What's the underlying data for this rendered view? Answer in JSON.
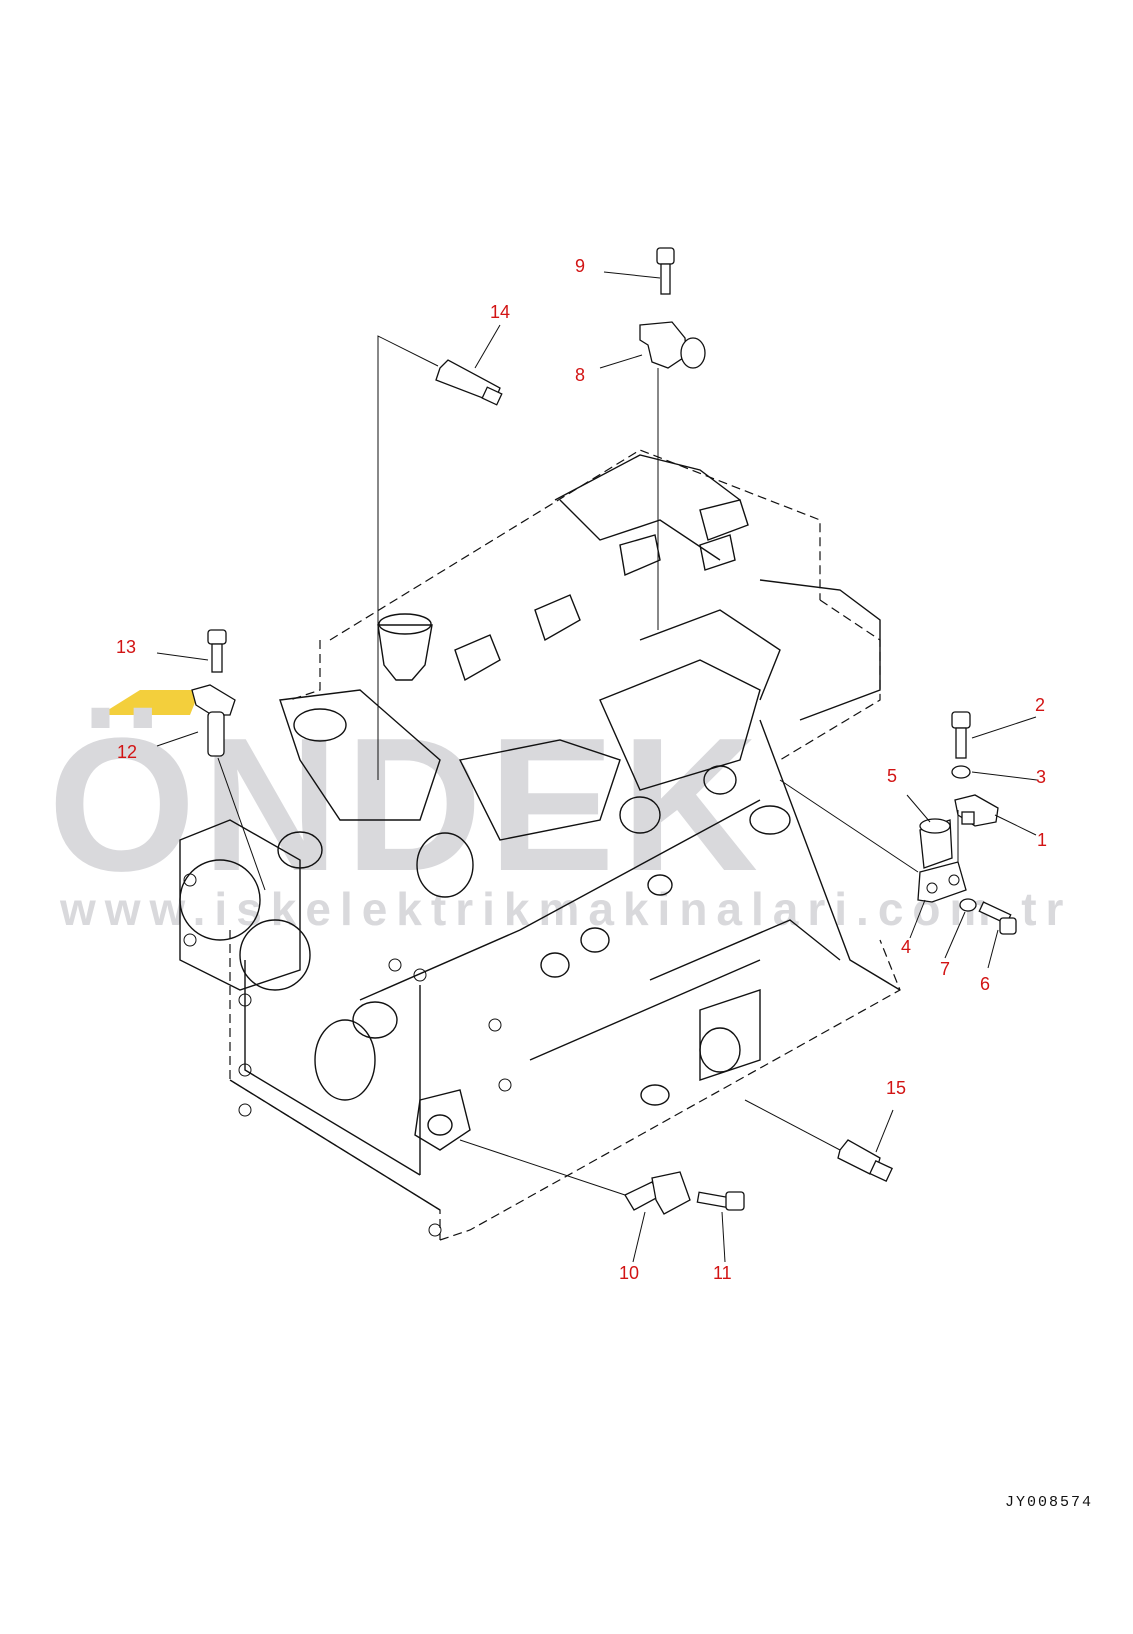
{
  "watermark": {
    "brand": "ÖNDEK",
    "url": "www.iskelektrikmakinalari.com.tr",
    "accent_color": "#f3cf3c",
    "text_color": "#d9d9dc"
  },
  "callout_color": "#d21414",
  "callouts": [
    "1",
    "2",
    "3",
    "4",
    "5",
    "6",
    "7",
    "8",
    "9",
    "10",
    "11",
    "12",
    "13",
    "14",
    "15"
  ],
  "document_id": "JY008574"
}
